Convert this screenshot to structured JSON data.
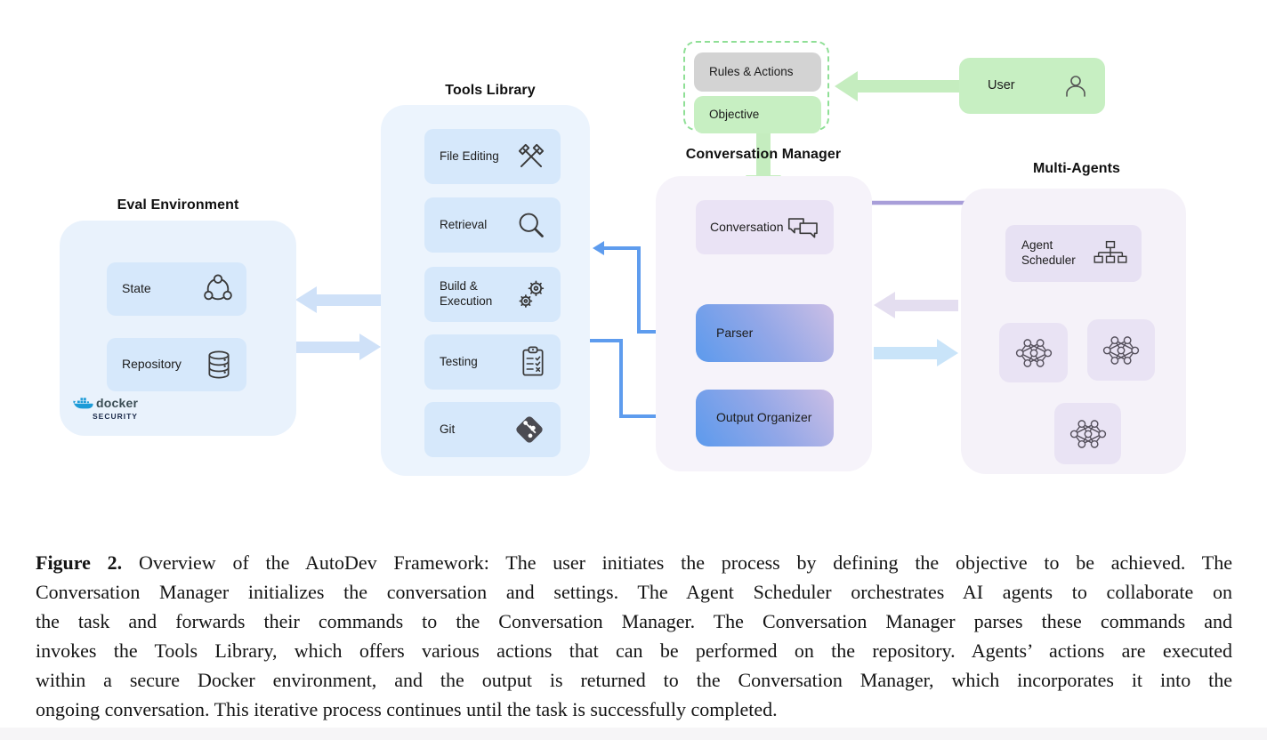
{
  "diagram": {
    "user_flow": {
      "rules_actions_label": "Rules & Actions",
      "objective_label": "Objective",
      "user_label": "User"
    },
    "eval_environment": {
      "title": "Eval Environment",
      "items": [
        {
          "label": "State",
          "icon": "state-cycle-icon"
        },
        {
          "label": "Repository",
          "icon": "database-icon"
        }
      ],
      "docker_name": "docker",
      "docker_security": "SECURITY"
    },
    "tools_library": {
      "title": "Tools Library",
      "items": [
        {
          "label": "File Editing",
          "icon": "hammers-icon"
        },
        {
          "label": "Retrieval",
          "icon": "magnifier-icon"
        },
        {
          "label": "Build & Execution",
          "icon": "gears-icon"
        },
        {
          "label": "Testing",
          "icon": "clipboard-checklist-icon"
        },
        {
          "label": "Git",
          "icon": "git-icon"
        }
      ]
    },
    "conversation_manager": {
      "title": "Conversation Manager",
      "conversation_label": "Conversation",
      "parser_label": "Parser",
      "output_organizer_label": "Output Organizer"
    },
    "multi_agents": {
      "title": "Multi-Agents",
      "scheduler_label": "Agent Scheduler",
      "agent_icon": "neural-network-icon",
      "agent_count": 3
    },
    "colors": {
      "eval_panel": "#e9f2fc",
      "eval_item": "#d6e8fb",
      "tools_panel": "#ecf4fd",
      "cm_panel": "#f6f3fa",
      "ma_panel": "#f5f2f9",
      "lavender_item": "#eae3f5",
      "gradient_start": "#5c9aed",
      "gradient_end": "#ccbfe6",
      "green_box": "#c7efc2",
      "gray_box": "#d3d3d3",
      "green_arrow": "#c5edbf",
      "dashed_border": "#8fdf96",
      "fat_blue_arrow": "#cfe1f8",
      "fat_skyblue_arrow": "#c9e4f9",
      "fat_lavender_arrow": "#e4def0",
      "blue_connector": "#5e9cee",
      "purple_connector": "#a89ed9",
      "agent_arrow": "#d9d0ea"
    }
  },
  "caption": {
    "figure_label": "Figure 2.",
    "line1_rest": " Overview of the AutoDev Framework: The user initiates the process by defining the objective to be achieved. The",
    "line2": "Conversation Manager initializes the conversation and settings. The Agent Scheduler orchestrates AI agents to collaborate on",
    "line3": "the task and forwards their commands to the Conversation Manager. The Conversation Manager parses these commands and",
    "line4": "invokes the Tools Library, which offers various actions that can be performed on the repository. Agents’ actions are executed",
    "line5": "within a secure Docker environment, and the output is returned to the Conversation Manager, which incorporates it into the",
    "line6": "ongoing conversation. This iterative process continues until the task is successfully completed."
  }
}
